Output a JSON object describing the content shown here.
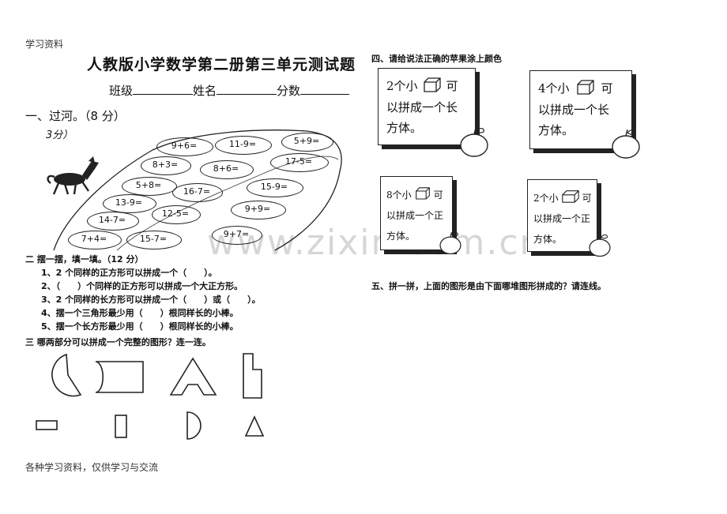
{
  "header": {
    "left": "学习资料"
  },
  "footer": {
    "text": "各种学习资料，仅供学习与交流"
  },
  "title": "人教版小学数学第二册第三单元测试题",
  "info": {
    "class_label": "班级",
    "name_label": "姓名",
    "score_label": "分数"
  },
  "section1": {
    "heading": "一、过河。（8 分）",
    "handwritten": "3分）",
    "equations": [
      "9+6=",
      "11-9=",
      "5+9=",
      "8+3=",
      "8+6=",
      "17-5=",
      "5+8=",
      "16-7=",
      "15-9=",
      "13-9=",
      "12-5=",
      "9+9=",
      "14-7=",
      "7+4=",
      "15-7=",
      "9+7="
    ]
  },
  "section2": {
    "heading": "二 摆一摆，填一填。（12 分）",
    "items": [
      "1、2 个同样的正方形可以拼成一个（　　）。",
      "2、（　　）个同样的正方形可以拼成一个大正方形。",
      "3、2 个同样的长方形可以拼成一个（　　）或（　　）。",
      "4、摆一个三角形最少用（　　）根同样长的小棒。",
      "5、摆一个长方形最少用（　　）根同样长的小棒。"
    ]
  },
  "section3": {
    "heading": "三 哪两部分可以拼成一个完整的图形？连一连。"
  },
  "section4": {
    "heading": "四、请给说法正确的苹果涂上颜色",
    "cards": [
      {
        "l1a": "2个小",
        "l1b": "可",
        "l2": "以拼成一个长",
        "l3": "方体。"
      },
      {
        "l1a": "4个小",
        "l1b": "可",
        "l2": "以拼成一个长",
        "l3": "方体。"
      },
      {
        "l1a": "8个小",
        "l1b": "可",
        "l2": "以拼成一个正",
        "l3": "方体。"
      },
      {
        "l1a": "2个小",
        "l1b": "可",
        "l2": "以拼成一个正",
        "l3": "方体。"
      }
    ]
  },
  "section5": {
    "heading": "五、拼一拼，上面的图形是由下面哪堆图形拼成的？请连线。"
  },
  "watermark": "www.zixin.com.cn",
  "colors": {
    "ink": "#111111",
    "watermark": "#d6d6d6"
  }
}
